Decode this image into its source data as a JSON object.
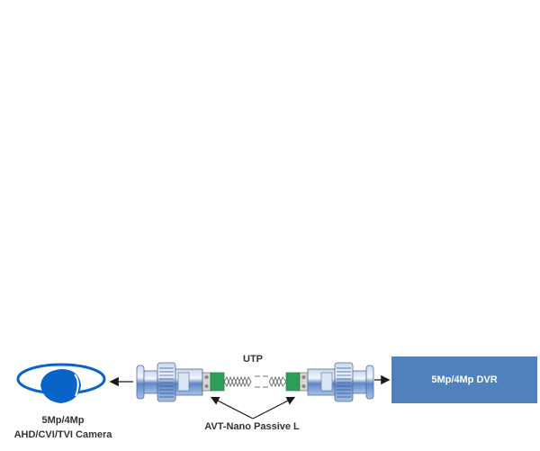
{
  "diagram": {
    "camera": {
      "icon": "dome-camera-icon",
      "label_line1": "5Mp/4Mp",
      "label_line2": "AHD/CVI/TVI Camera"
    },
    "cable": {
      "label": "UTP"
    },
    "balun": {
      "label": "AVT-Nano Passive L"
    },
    "dvr": {
      "label": "5Mp/4Mp DVR"
    },
    "colors": {
      "camera_blue": "#0a64c8",
      "bnc_blue": "#6b94cf",
      "balun_green": "#2e9e5b",
      "dvr_fill": "#4f81bd",
      "arrow": "#1a1a1a",
      "text": "#333333"
    }
  }
}
